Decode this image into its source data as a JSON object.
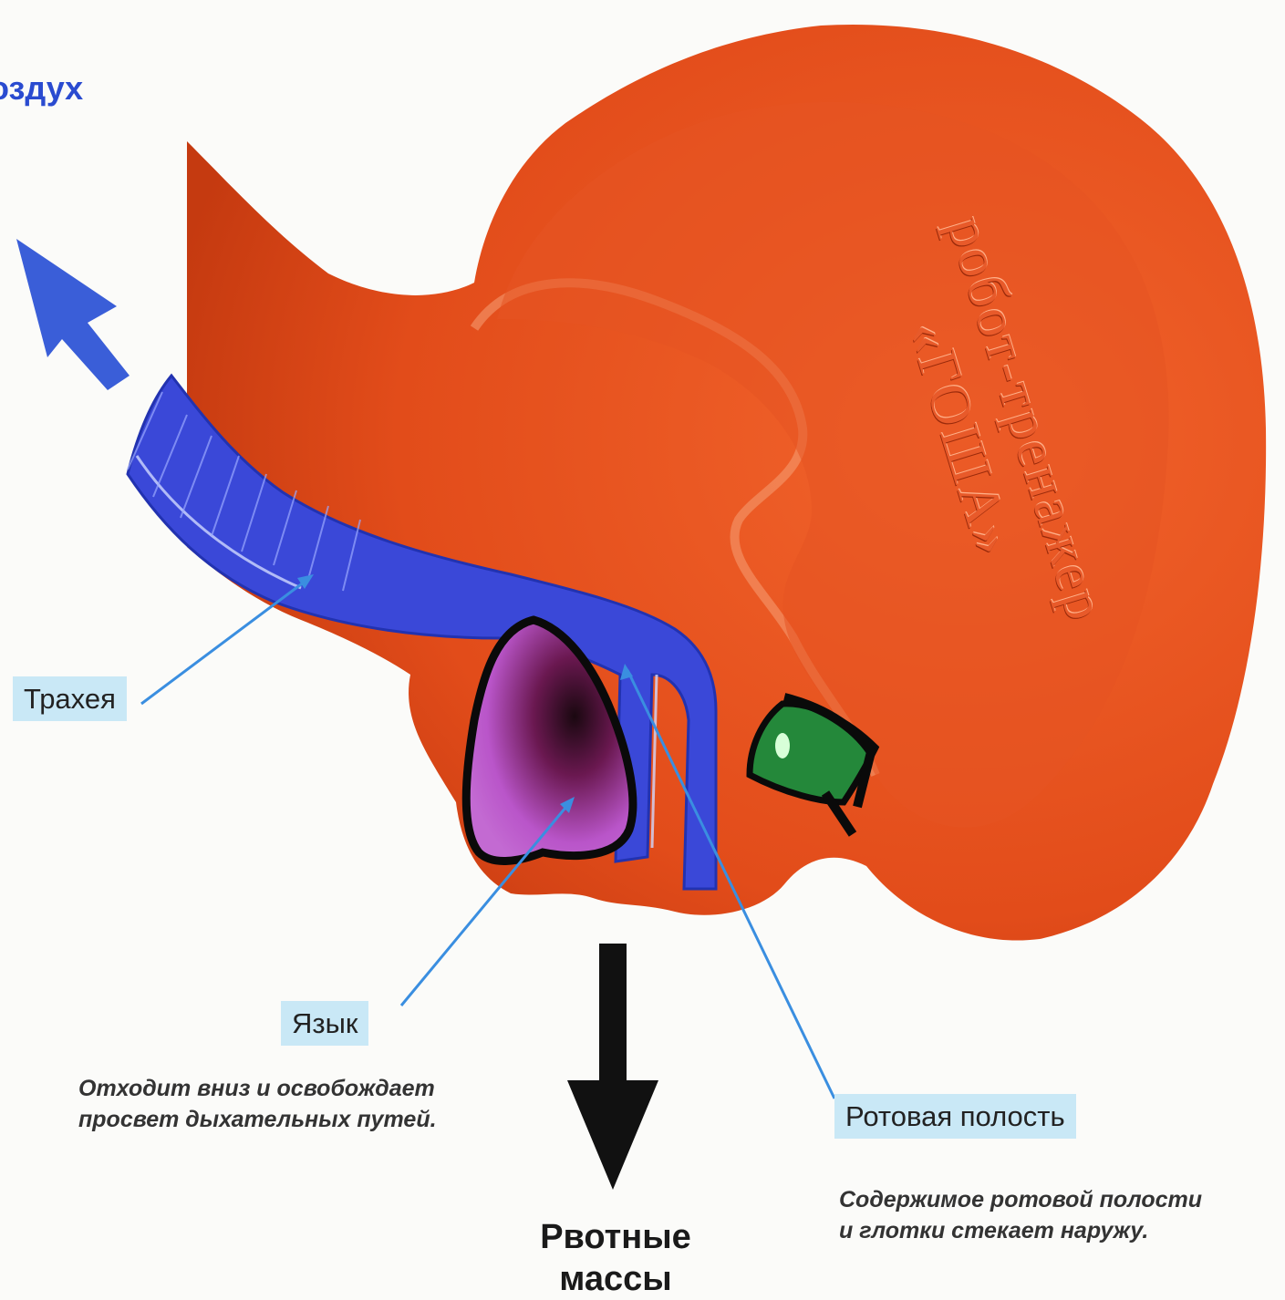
{
  "labels": {
    "air": "оздух",
    "trachea": "Трахея",
    "tongue": "Язык",
    "oral_cavity": "Ротовая полость"
  },
  "notes": {
    "tongue": [
      "Отходит вниз и освобождает",
      "просвет дыхательных путей."
    ],
    "oral_cavity": [
      "Содержимое ротовой полости",
      "и глотки стекает наружу."
    ]
  },
  "vomit": [
    "Рвотные",
    "массы"
  ],
  "dummy_text": [
    "робот-тренажер",
    "«ГОША»"
  ],
  "colors": {
    "head": "#e8501e",
    "airway": "#3a48d8",
    "tongue": "#b85ac8",
    "label_bg": "#c9e8f6",
    "air_arrow": "#3a5ed8",
    "eye": "#2e8a3a"
  }
}
